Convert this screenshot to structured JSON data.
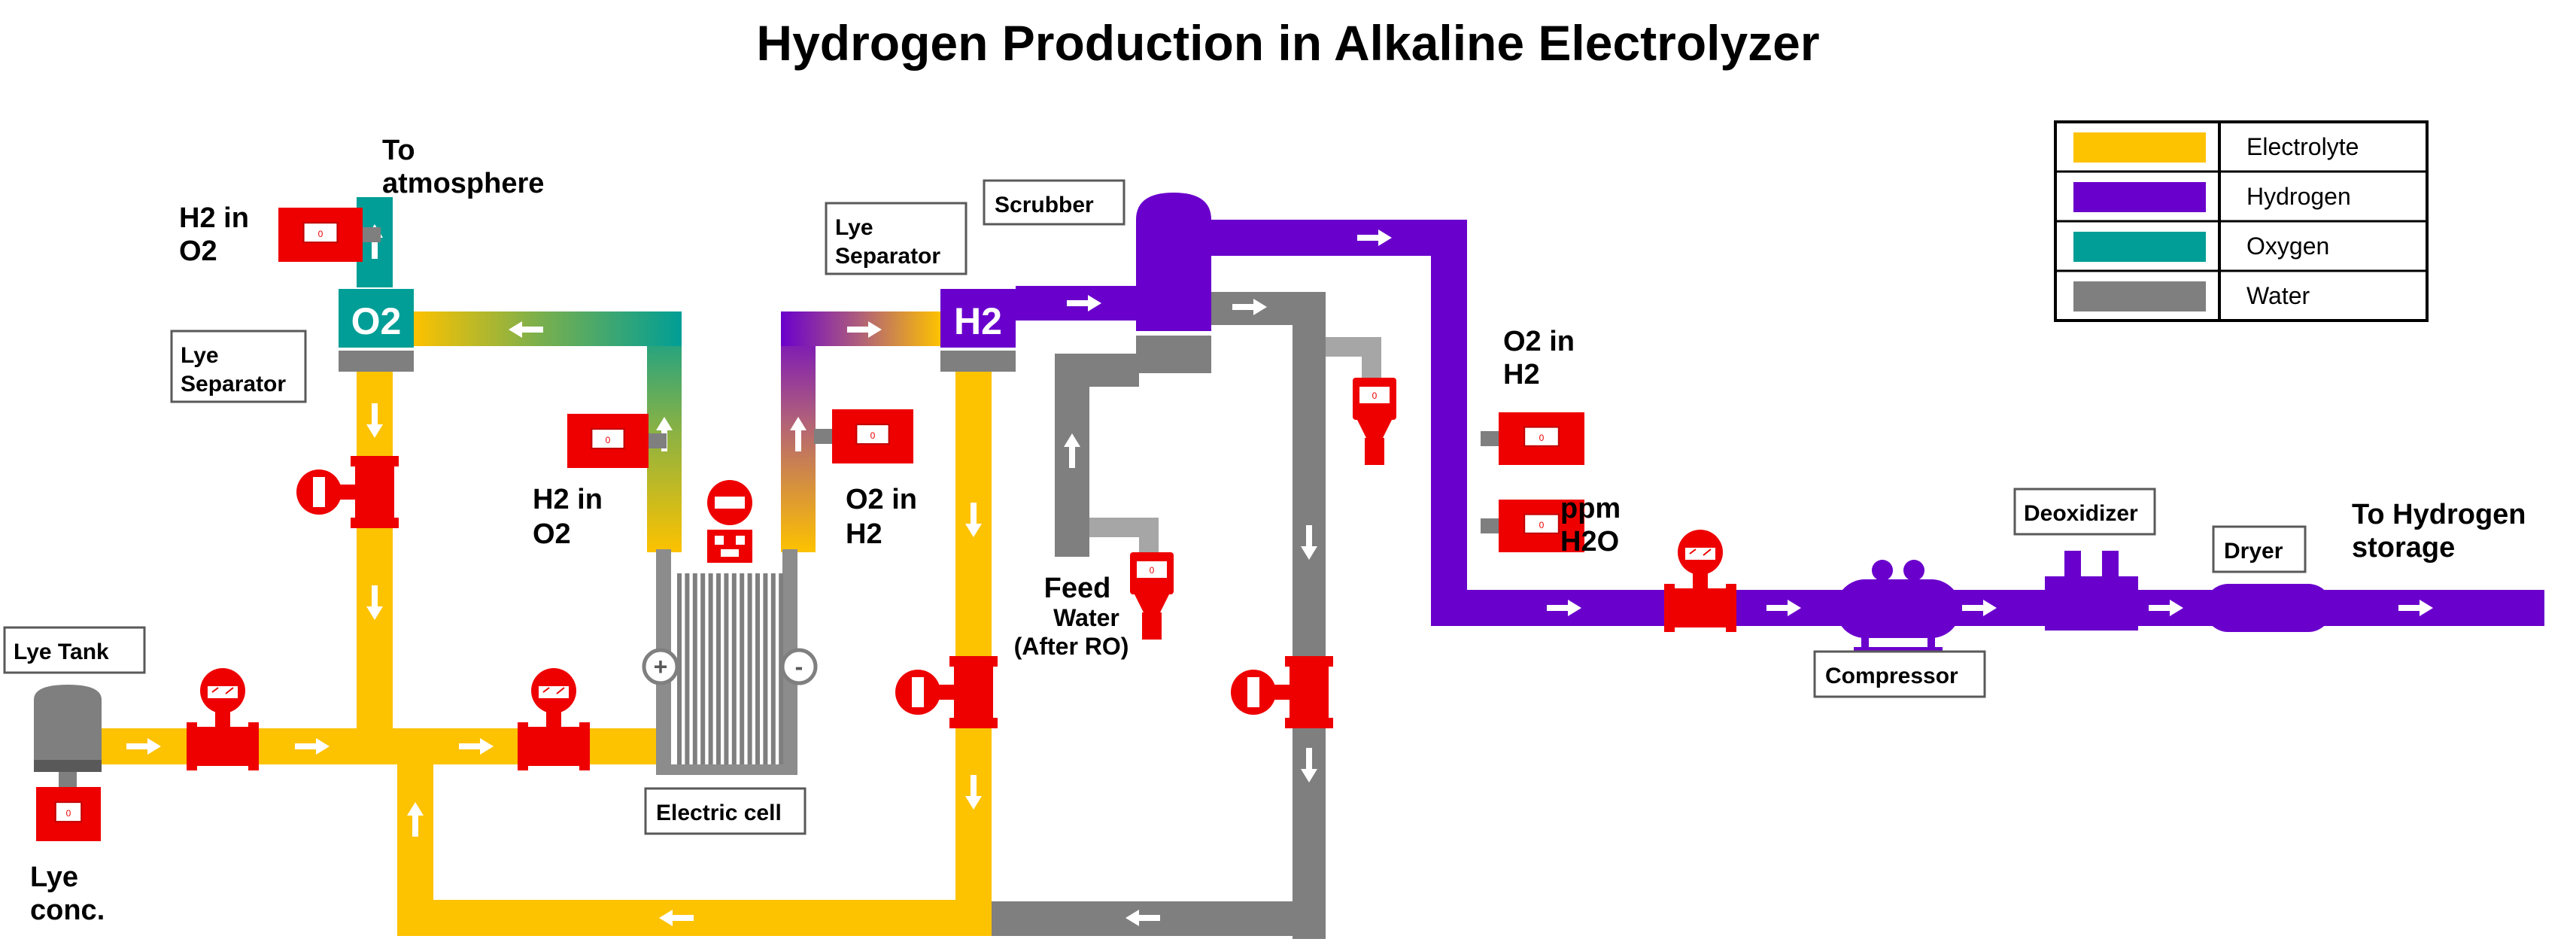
{
  "title": "Hydrogen Production in Alkaline Electrolyzer",
  "colors": {
    "electrolyte": "#FDC200",
    "hydrogen": "#6A00CC",
    "oxygen": "#009E96",
    "water": "#7F7F7F",
    "instrument": "#EE0000",
    "arrow": "#FFFFFF"
  },
  "legend": [
    {
      "label": "Electrolyte",
      "color": "#FDC200"
    },
    {
      "label": "Hydrogen",
      "color": "#6A00CC"
    },
    {
      "label": "Oxygen",
      "color": "#009E96"
    },
    {
      "label": "Water",
      "color": "#7F7F7F"
    }
  ],
  "labels": {
    "to_atmosphere": [
      "To",
      "atmosphere"
    ],
    "h2_in_o2_top": [
      "H2 in",
      "O2"
    ],
    "lye_separator_left": [
      "Lye",
      "Separator"
    ],
    "lye_separator_right": [
      "Lye",
      "Separator"
    ],
    "o2_box": "O2",
    "h2_box": "H2",
    "h2_in_o2_mid": [
      "H2 in",
      "O2"
    ],
    "o2_in_h2_mid": [
      "O2 in",
      "H2"
    ],
    "scrubber": "Scrubber",
    "feed_water": [
      "Feed",
      "Water",
      "(After RO)"
    ],
    "o2_in_h2_right": [
      "O2 in",
      "H2"
    ],
    "ppm_h2o": [
      "ppm",
      "H2O"
    ],
    "lye_tank": "Lye Tank",
    "lye_conc": [
      "Lye",
      "conc."
    ],
    "electric_cell": "Electric cell",
    "compressor": "Compressor",
    "deoxidizer": "Deoxidizer",
    "dryer": "Dryer",
    "to_hydrogen_storage": [
      "To Hydrogen",
      "storage"
    ],
    "cell_plus": "+",
    "cell_minus": "-"
  },
  "analyzer_display": "0"
}
